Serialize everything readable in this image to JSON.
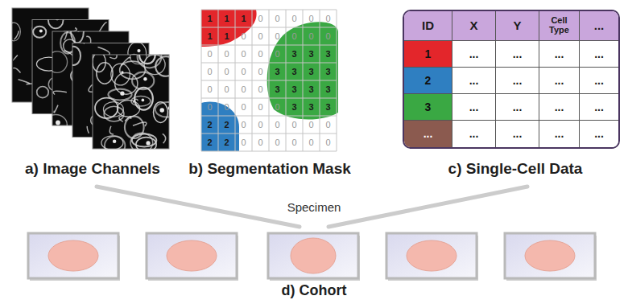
{
  "diagram": {
    "labels": [
      "1",
      "1",
      "1",
      "0",
      "0",
      "0",
      "0",
      "0",
      "1",
      "1",
      "0",
      "0",
      "0",
      "0",
      "0",
      "0",
      "0",
      "0",
      "0",
      "0",
      "0",
      "3",
      "3",
      "3",
      "0",
      "0",
      "0",
      "0",
      "3",
      "3",
      "3",
      "3",
      "0",
      "0",
      "0",
      "0",
      "3",
      "3",
      "3",
      "3",
      "0",
      "0",
      "0",
      "0",
      "0",
      "3",
      "3",
      "3",
      "2",
      "2",
      "0",
      "0",
      "0",
      "0",
      "0",
      "0",
      "2",
      "2",
      "0",
      "0",
      "0",
      "0",
      "0",
      "0",
      "ID",
      "X",
      "Y",
      "Cell Type",
      "...",
      "1",
      "...",
      "...",
      "...",
      "...",
      "2",
      "...",
      "...",
      "...",
      "...",
      "3",
      "...",
      "...",
      "...",
      "...",
      "...",
      "...",
      "...",
      "...",
      "...",
      "a) Image Channels",
      "b) Segmentation Mask",
      "c) Single-Cell Data",
      "Specimen",
      "d) Cohort"
    ]
  }
}
